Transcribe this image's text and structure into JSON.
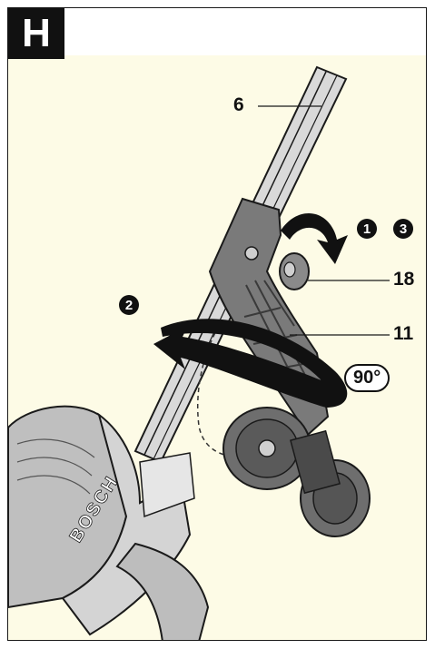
{
  "figure": {
    "letter": "H",
    "callouts": {
      "shaft": "6",
      "knob": "18",
      "guide": "11"
    },
    "steps": {
      "one": "1",
      "two": "2",
      "three": "3"
    },
    "angle": "90°",
    "brand": "BOSCH"
  }
}
